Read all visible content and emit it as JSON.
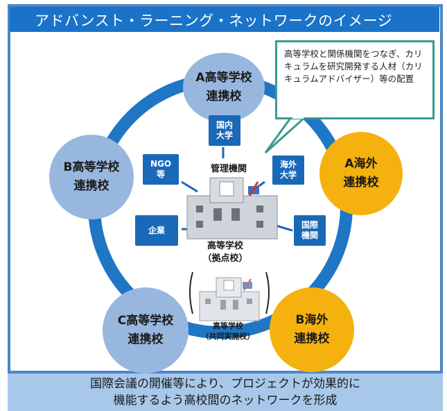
{
  "title": "アドバンスト・ラーニング・ネットワークのイメージ",
  "partners": [
    {
      "label": "A高等学校\n連携校"
    },
    {
      "label": "B高等学校\n連携校"
    },
    {
      "label": "C高等学校\n連携校"
    },
    {
      "label": "A海外\n連携校"
    },
    {
      "label": "B海外\n連携校"
    }
  ],
  "orgs": [
    {
      "label": "国内\n大学"
    },
    {
      "label": "NGO\n等"
    },
    {
      "label": "海外\n大学"
    },
    {
      "label": "企業"
    },
    {
      "label": "国際\n機関"
    }
  ],
  "admin_label": "管理機関",
  "hub_label": "高等学校\n（拠点校）",
  "joint_label": "高等学校\n（共同実施校）",
  "callout_text": "高等学校と関係機関をつなぎ、カリキュラムを研究開発する人材（カリキュラムアドバイザー）等の配置",
  "bottom_lines": [
    "国際会議の開催等により、プロジェクトが効果的に",
    "機能するよう高校間のネットワークを形成"
  ],
  "colors": {
    "frame": "#4a86c8",
    "title_bg": "#1a73c8",
    "ring": "#1f76c5",
    "partner_jp": "#98b7df",
    "partner_overseas": "#f5b20e",
    "org_box": "#1a68b8",
    "callout_border": "#3a9a8f",
    "bottom_bg": "#a8c8ea"
  }
}
